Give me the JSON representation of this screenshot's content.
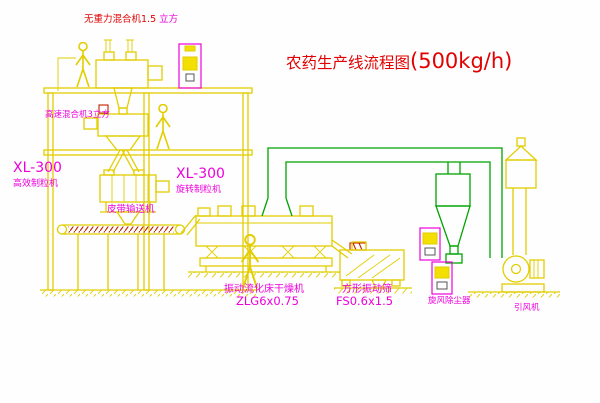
{
  "title": {
    "name": "农药生产线流程图",
    "capacity": "(500kg/h)"
  },
  "labels": {
    "gravity_mixer": "无重力混合机1.5",
    "gravity_mixer_unit": " 立方",
    "high_speed_mixer": "高速混合机3立方",
    "granulator_left_model": "XL-300",
    "granulator_left_name": "高效制粒机",
    "granulator_mid_model": "XL-300",
    "granulator_mid_name": "旋转制粒机",
    "belt_conveyor": "皮带输送机",
    "dryer_name": "振动流化床干燥机",
    "dryer_model": "ZLG6x0.75",
    "sieve_name": "方形振动筛",
    "sieve_model": "FS0.6x1.5",
    "cyclone": "旋风除尘器",
    "fan": "引风机"
  },
  "colors": {
    "background": "#FEFEFE",
    "line_yellow": "#E2CE00",
    "panel_yellow": "#F4E000",
    "line_green": "#00A400",
    "label_magenta": "#EE00DD",
    "title_red": "#E20000",
    "belt_red": "#C41E00"
  }
}
